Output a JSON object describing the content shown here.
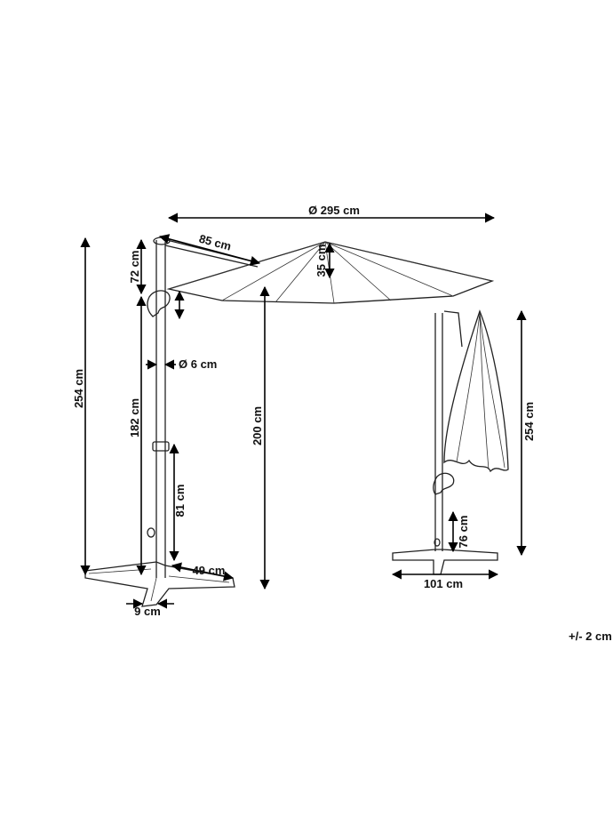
{
  "dimensions": {
    "canopy_diameter": "Ø 295 cm",
    "arm_length": "85 cm",
    "pole_top": "72 cm",
    "canopy_drop": "35 cm",
    "pole_diameter": "Ø 6 cm",
    "total_height_open": "254 cm",
    "pole_lower": "182 cm",
    "canopy_clearance": "200 cm",
    "base_pole": "81 cm",
    "base_leg": "49 cm",
    "base_thickness": "9 cm",
    "total_height_closed": "254 cm",
    "closed_base_height": "76 cm",
    "closed_base_width": "101 cm"
  },
  "tolerance_note": "+/- 2 cm"
}
